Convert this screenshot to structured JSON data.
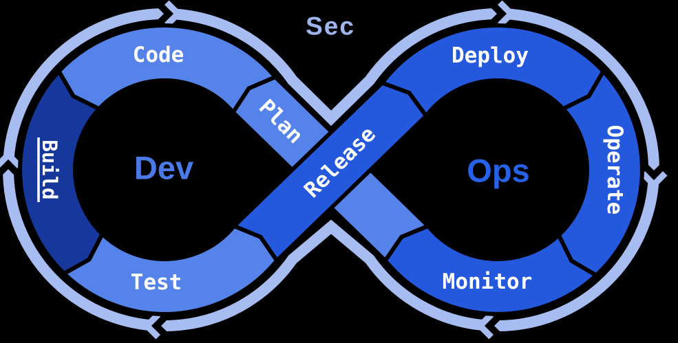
{
  "diagram": {
    "sec_label": "Sec",
    "dev_label": "Dev",
    "ops_label": "Ops",
    "segments": {
      "plan": "Plan",
      "code": "Code",
      "build": "Build",
      "test": "Test",
      "release": "Release",
      "deploy": "Deploy",
      "operate": "Operate",
      "monitor": "Monitor"
    },
    "colors": {
      "background": "#000000",
      "ring": "#a7bdf1",
      "sec_text": "#9eb5ed",
      "segment_light": "#5583ea",
      "segment_bright": "#2459de",
      "segment_dark": "#16389c",
      "dev_text": "#4a79e8",
      "ops_text": "#2562e7",
      "label_text": "#ffffff",
      "outline": "#000000"
    }
  }
}
